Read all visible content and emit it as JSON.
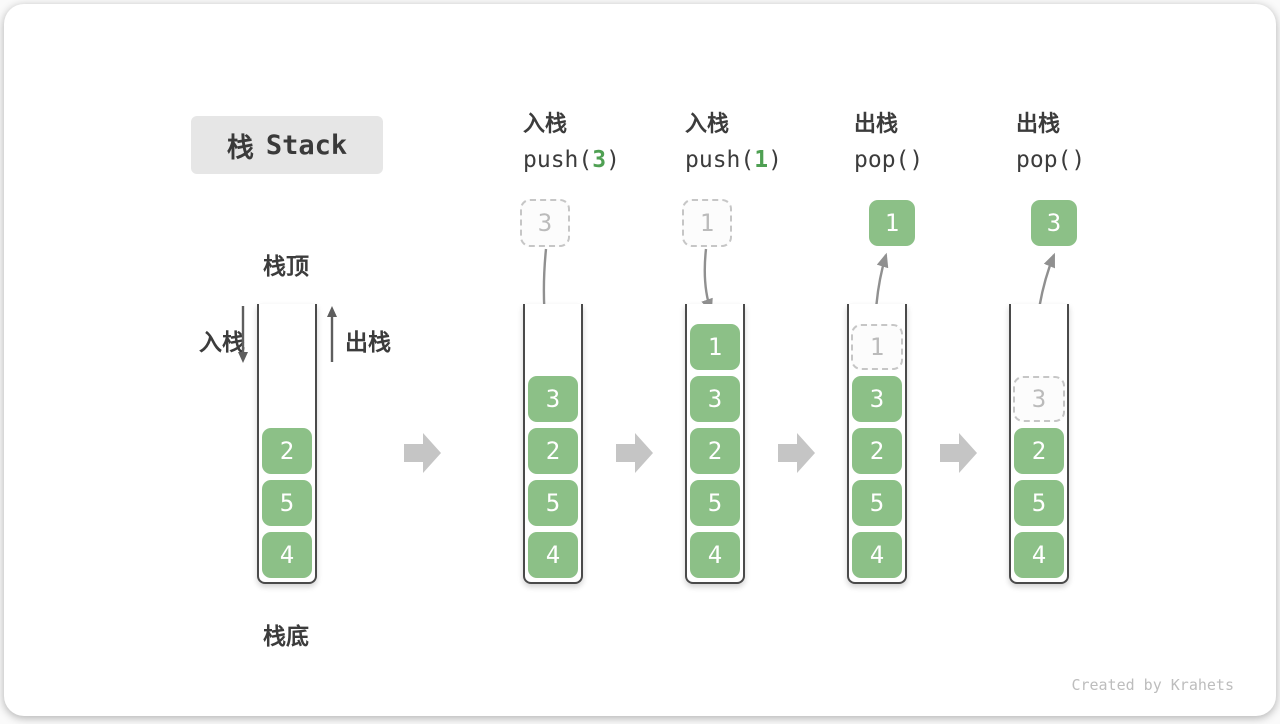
{
  "title": {
    "zh": "栈",
    "en": "Stack"
  },
  "side_labels": {
    "top": "栈顶",
    "bottom": "栈底",
    "push_in": "入栈",
    "pop_out": "出栈"
  },
  "stages": [
    {
      "blocks": [
        "2",
        "5",
        "4"
      ]
    },
    {
      "op": {
        "line1": "入栈",
        "pre": "push(",
        "arg": "3",
        "post": ")"
      },
      "ghost": "3",
      "blocks": [
        "3",
        "2",
        "5",
        "4"
      ]
    },
    {
      "op": {
        "line1": "入栈",
        "pre": "push(",
        "arg": "1",
        "post": ")"
      },
      "ghost": "1",
      "blocks": [
        "1",
        "3",
        "2",
        "5",
        "4"
      ]
    },
    {
      "op": {
        "line1": "出栈",
        "pre": "pop()",
        "arg": "",
        "post": ""
      },
      "popped": "1",
      "ghost": "1",
      "blocks": [
        "3",
        "2",
        "5",
        "4"
      ]
    },
    {
      "op": {
        "line1": "出栈",
        "pre": "pop()",
        "arg": "",
        "post": ""
      },
      "popped": "3",
      "ghost": "3",
      "blocks": [
        "2",
        "5",
        "4"
      ]
    }
  ],
  "watermark": "Created by Krahets",
  "colors": {
    "block_green": "#8CC087",
    "arg_green": "#4FA053",
    "text_dark": "#3C3C3C",
    "ghost_gray": "#BBBBBB",
    "stack_wall": "#4A4A4A",
    "motion_arrow_gray": "#909090",
    "flow_arrow_gray": "#C5C5C5",
    "title_bg": "#E6E6E6",
    "watermark_gray": "#BDBDBD"
  }
}
